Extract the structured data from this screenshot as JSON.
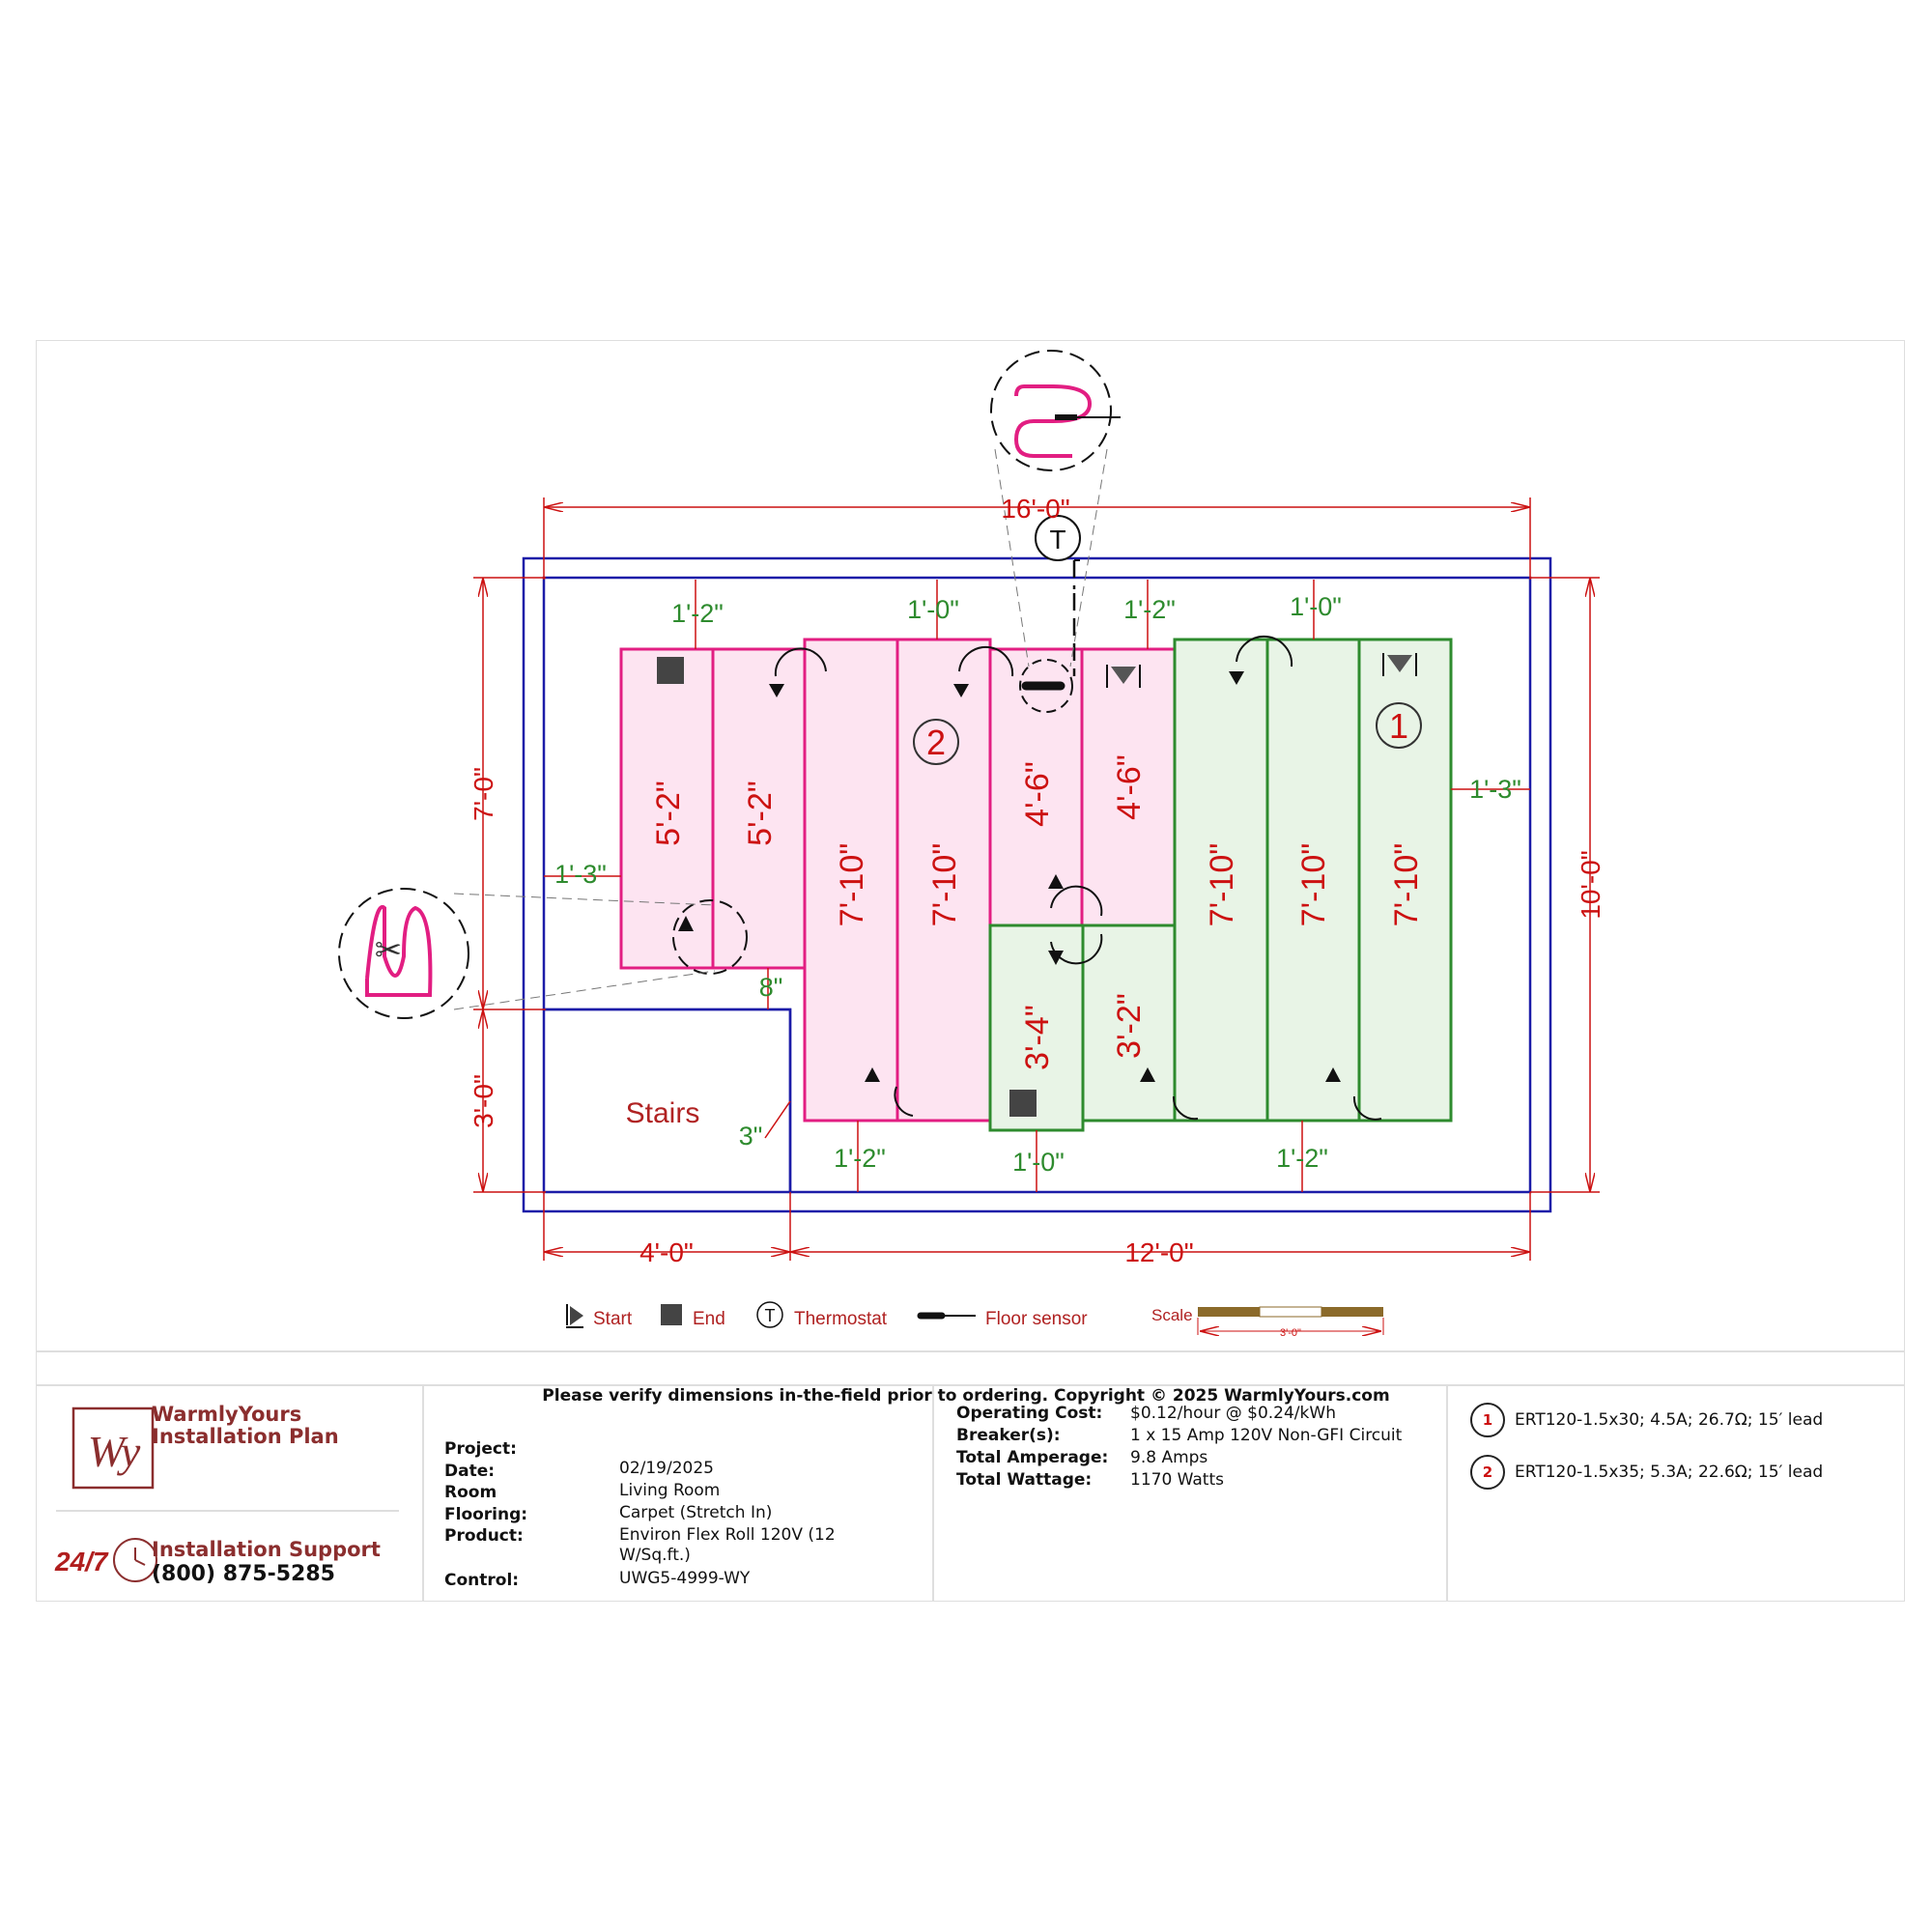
{
  "plan": {
    "dimensions": {
      "overall_width": "16'-0\"",
      "overall_height": "10'-0\"",
      "left_upper": "7'-0\"",
      "left_lower": "3'-0\"",
      "bottom_left": "4'-0\"",
      "bottom_right": "12'-0\"",
      "top_spacing_1": "1'-2\"",
      "top_spacing_2": "1'-0\"",
      "top_spacing_3": "1'-2\"",
      "top_spacing_4": "1'-0\"",
      "bottom_spacing_1": "1'-2\"",
      "bottom_spacing_2": "1'-0\"",
      "bottom_spacing_3": "1'-2\"",
      "left_margin": "1'-3\"",
      "right_margin": "1'-3\"",
      "stairs_gap": "8\"",
      "stairs_side": "3\""
    },
    "runs": {
      "pink_1": "5'-2\"",
      "pink_2": "5'-2\"",
      "pink_3": "7'-10\"",
      "pink_4": "7'-10\"",
      "pink_5": "4'-6\"",
      "pink_6": "4'-6\"",
      "green_1": "3'-4\"",
      "green_2": "3'-2\"",
      "green_3": "7'-10\"",
      "green_4": "7'-10\"",
      "green_5": "7'-10\""
    },
    "stairs_label": "Stairs",
    "heater_markers": [
      "1",
      "2"
    ],
    "thermostat_symbol": "T",
    "colors": {
      "heater_1_outline": "#2e8b2e",
      "heater_1_fill": "#e8f4e6",
      "heater_2_outline": "#e21e82",
      "heater_2_fill": "#fde4f1",
      "room_outline": "#1c1ca8",
      "dimension": "#cc1111",
      "spacing": "#2e8b2e"
    }
  },
  "legend": {
    "start": "Start",
    "end": "End",
    "thermostat": "Thermostat",
    "floor_sensor": "Floor sensor",
    "scale_label": "Scale",
    "scale_value": "3'-0\""
  },
  "note": "Please verify dimensions in-the-field prior to ordering. Copyright © 2025 WarmlyYours.com",
  "company": {
    "logo": "Wy",
    "name_line1": "WarmlyYours",
    "name_line2": "Installation Plan",
    "support_icon": "24/7",
    "support_label": "Installation Support",
    "phone": "(800) 875-5285"
  },
  "project": {
    "project_label": "Project:",
    "project_value": "",
    "date_label": "Date:",
    "date_value": "02/19/2025",
    "room_label": "Room",
    "room_value": "Living Room",
    "flooring_label": "Flooring:",
    "flooring_value": "Carpet (Stretch In)",
    "product_label": "Product:",
    "product_value": "Environ Flex Roll 120V (12 W/Sq.ft.)",
    "control_label": "Control:",
    "control_value": "UWG5-4999-WY"
  },
  "electrical": {
    "operating_cost_label": "Operating Cost:",
    "operating_cost_value": "$0.12/hour @ $0.24/kWh",
    "breaker_label": "Breaker(s):",
    "breaker_value": "1 x 15 Amp 120V Non-GFI Circuit",
    "amperage_label": "Total Amperage:",
    "amperage_value": "9.8 Amps",
    "wattage_label": "Total Wattage:",
    "wattage_value": "1170 Watts"
  },
  "heaters": [
    {
      "num": "1",
      "spec": "ERT120-1.5x30; 4.5A; 26.7Ω; 15′ lead"
    },
    {
      "num": "2",
      "spec": "ERT120-1.5x35; 5.3A; 22.6Ω; 15′ lead"
    }
  ]
}
